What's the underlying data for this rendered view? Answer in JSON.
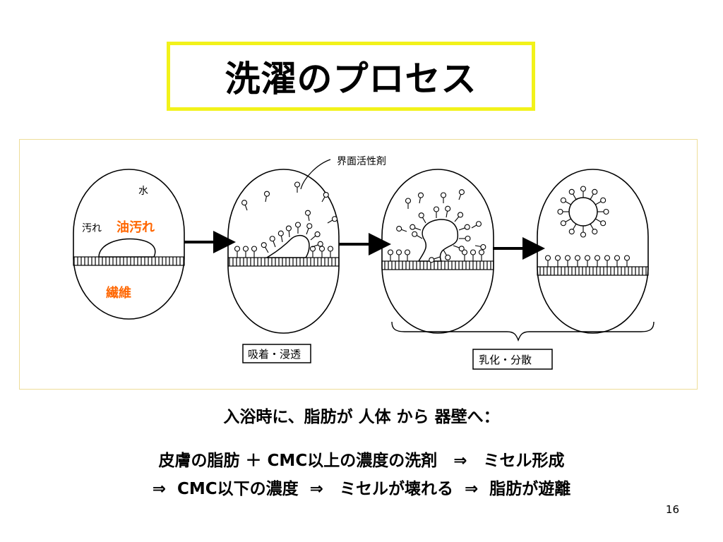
{
  "slide": {
    "title": "洗濯のプロセス",
    "page_number": "16"
  },
  "diagram": {
    "labels": {
      "surfactant": "界面活性剤",
      "water": "水",
      "dirt": "汚れ",
      "oil_dirt": "油汚れ",
      "fiber": "繊維",
      "adsorption": "吸着・浸透",
      "emulsify": "乳化・分散"
    },
    "colors": {
      "orange_label": "#ff6600",
      "title_border": "#f2f21a",
      "figure_border": "#eedd99"
    }
  },
  "body_text": {
    "line1": "入浴時に、脂肪が 人体 から 器壁へ：",
    "line2": "皮膚の脂肪 ＋ CMC以上の濃度の洗剤　⇒　ミセル形成",
    "line3": "⇒  CMC以下の濃度  ⇒　ミセルが壊れる  ⇒  脂肪が遊離"
  }
}
